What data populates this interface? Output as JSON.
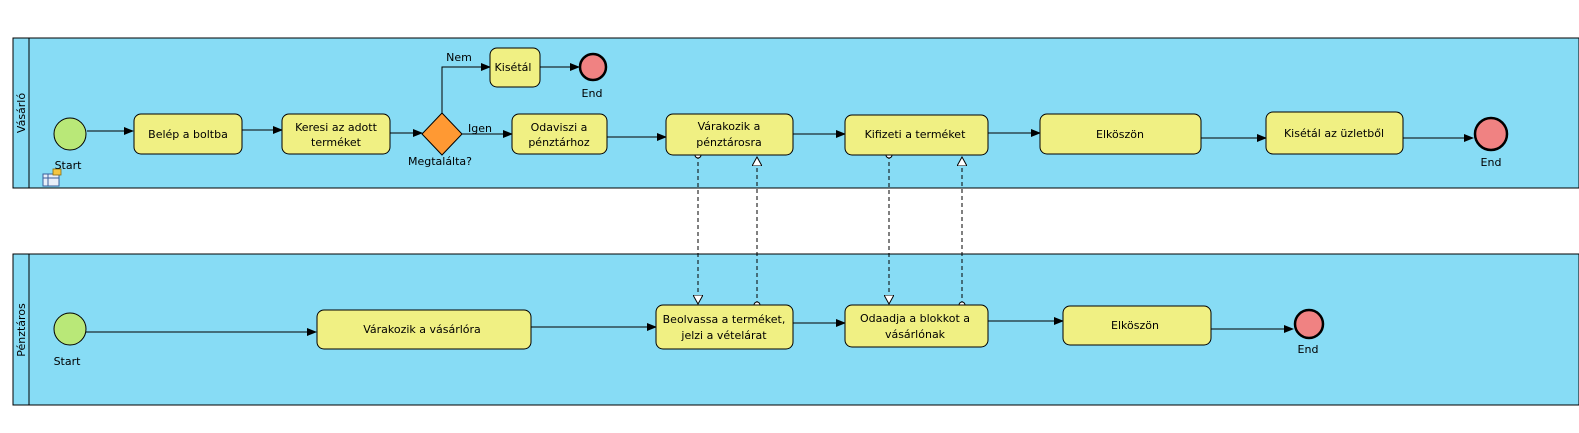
{
  "colors": {
    "pool_fill": "#87dcf5",
    "task_fill": "#f0f083",
    "start_fill": "#b9e878",
    "end_fill": "#f08282",
    "gateway_fill": "#ff9933",
    "stroke": "#000000"
  },
  "pools": {
    "vasarlo": {
      "name": "Vásárló"
    },
    "penztaros": {
      "name": "Pénztáros"
    }
  },
  "events": {
    "v_start": {
      "label": "Start"
    },
    "v_end_top": {
      "label": "End"
    },
    "v_end": {
      "label": "End"
    },
    "p_start": {
      "label": "Start"
    },
    "p_end": {
      "label": "End"
    }
  },
  "gateway": {
    "label": "Megtalálta?",
    "yes_label": "Igen",
    "no_label": "Nem"
  },
  "tasks": {
    "belep": [
      "Belép a boltba"
    ],
    "keresi": [
      "Keresi az adott",
      "terméket"
    ],
    "kisetal": [
      "Kisétál"
    ],
    "odaviszi": [
      "Odaviszi a",
      "pénztárhoz"
    ],
    "varakozik_v": [
      "Várakozik a",
      "pénztárosra"
    ],
    "kifizeti": [
      "Kifizeti a terméket"
    ],
    "elkoszon_v": [
      "Elköszön"
    ],
    "kisetal_uzlet": [
      "Kisétál az üzletből"
    ],
    "varakozik_p": [
      "Várakozik a vásárlóra"
    ],
    "beolvassa": [
      "Beolvassa a terméket,",
      "jelzi a vételárat"
    ],
    "odaadja": [
      "Odaadja a blokkot a",
      "vásárlónak"
    ],
    "elkoszon_p": [
      "Elköszön"
    ]
  },
  "icons": {
    "pool_marker": "lane-table-icon"
  }
}
